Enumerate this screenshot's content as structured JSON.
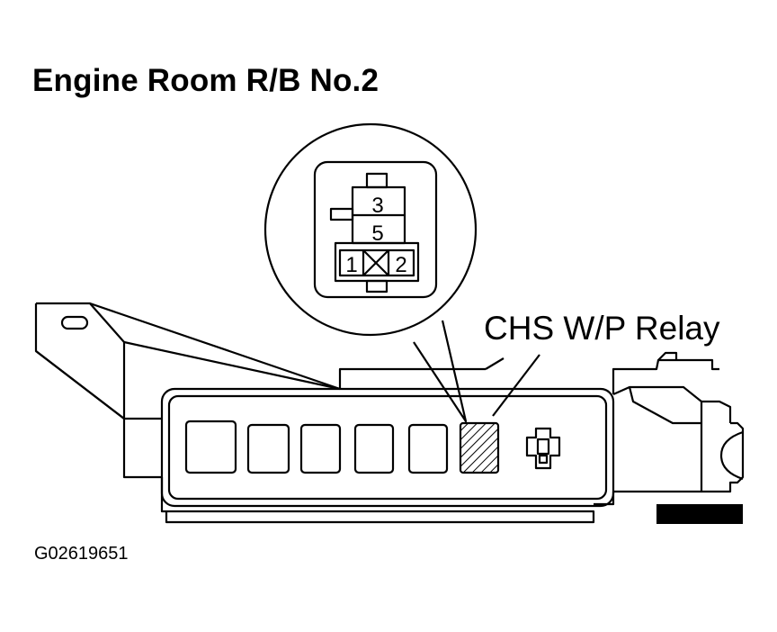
{
  "diagram": {
    "title": "Engine Room R/B No.2",
    "relay_label": "CHS W/P Relay",
    "figure_id": "G02619651",
    "connector_terminals": {
      "top": "3",
      "middle": "5",
      "left": "1",
      "right": "2"
    },
    "colors": {
      "line": "#000000",
      "background": "#ffffff"
    }
  }
}
